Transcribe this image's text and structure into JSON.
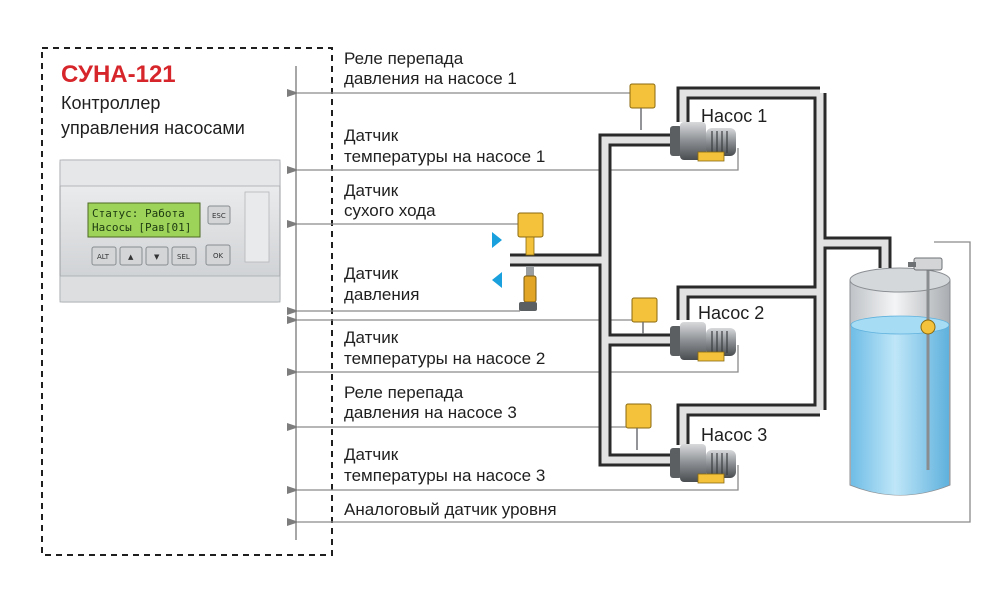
{
  "controller": {
    "title": "СУНА-121",
    "subtitle_line1": "Контроллер",
    "subtitle_line2": "управления насосами",
    "lcd_line1": "Статус: Работа",
    "lcd_line2": "Насосы [Рав[01]",
    "buttons": [
      "ALT",
      "▲",
      "▼",
      "SEL",
      "ESC",
      "OK"
    ]
  },
  "signals": [
    {
      "id": "relay-pump1",
      "line1": "Реле перепада",
      "line2": "давления на насосе 1"
    },
    {
      "id": "temp-pump1",
      "line1": "Датчик",
      "line2": "температуры на насосе 1"
    },
    {
      "id": "dry-run",
      "line1": "Датчик",
      "line2": "сухого хода"
    },
    {
      "id": "pressure",
      "line1": "Датчик",
      "line2": "давления"
    },
    {
      "id": "temp-pump2",
      "line1": "Датчик",
      "line2": "температуры на насосе 2"
    },
    {
      "id": "relay-pump3",
      "line1": "Реле перепада",
      "line2": "давления на насосе 3"
    },
    {
      "id": "temp-pump3",
      "line1": "Датчик",
      "line2": "температуры на насосе 3"
    },
    {
      "id": "level",
      "line1": "Аналоговый датчик уровня",
      "line2": ""
    }
  ],
  "pumps": [
    {
      "label": "Насос 1"
    },
    {
      "label": "Насос 2"
    },
    {
      "label": "Насос 3"
    }
  ],
  "colors": {
    "accent": "#d7262b",
    "sensor_yellow": "#f4c33b",
    "water": "#8fd0ef",
    "flow_arrow": "#1aa0dc"
  }
}
